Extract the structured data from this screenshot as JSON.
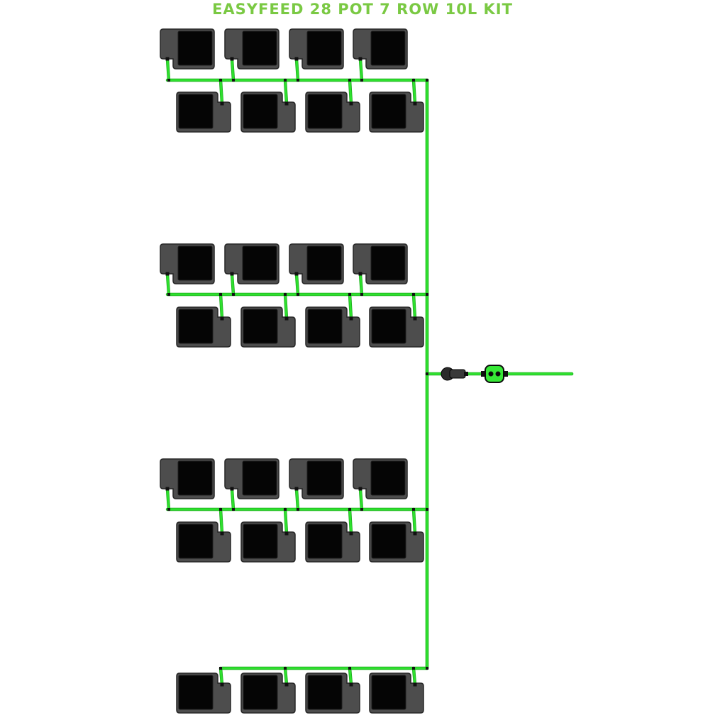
{
  "title": "EASYFEED 28 POT 7 ROW 10L KIT",
  "colors": {
    "title": "#7ac943",
    "tube": "#2ee02e",
    "tube_edge": "#18a818",
    "pot_body": "#4d4d4d",
    "pot_edge": "#262626",
    "pot_insert": "#050505",
    "fitting": "#111111",
    "valve_body": "#2a2a2a",
    "filter_body": "#36e836"
  },
  "kit": {
    "pots": 28,
    "rows": 7,
    "pots_per_row": 4,
    "pot_volume": "10L",
    "icons": [
      "pot-icon",
      "tap-connector-icon",
      "filter-icon",
      "tube-icon"
    ]
  }
}
